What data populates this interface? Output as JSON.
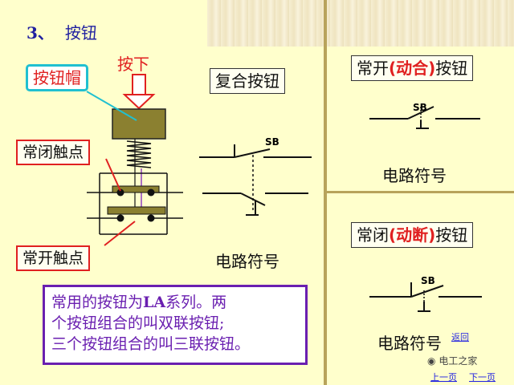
{
  "title": {
    "number": "3、",
    "text": "按钮"
  },
  "labels": {
    "cap": "按钮帽",
    "press": "按下",
    "nc_contact": "常闭触点",
    "no_contact": "常开触点",
    "compound": "复合按钮",
    "symbol_caption_compound": "电路符号",
    "sb": "SB"
  },
  "normally_open": {
    "title_pre": "常开",
    "title_red": "(动合)",
    "title_post": "按钮",
    "symbol_label": "SB",
    "caption": "电路符号"
  },
  "normally_closed": {
    "title_pre": "常闭",
    "title_red": "(动断)",
    "title_post": "按钮",
    "symbol_label": "SB",
    "caption": "电路符号"
  },
  "note": {
    "line1_pre": "常用的按钮为",
    "line1_bold": "LA",
    "line1_post": "系列。两",
    "line2": "个按钮组合的叫双联按钮;",
    "line3": "三个按钮组合的叫三联按钮。"
  },
  "nav": {
    "back": "返回",
    "prev": "上一页",
    "next": "下一页"
  },
  "watermark": "电工之家",
  "colors": {
    "background": "#ffffcc",
    "accent_red": "#e02020",
    "note_purple": "#6a1fb0",
    "cap_olive": "#8b8030"
  }
}
